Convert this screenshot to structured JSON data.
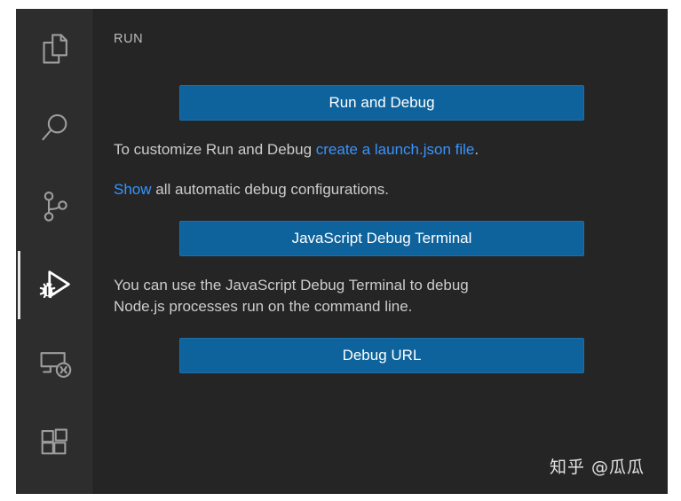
{
  "window": {
    "background": "#252526",
    "activity_bar_background": "#2d2d2d"
  },
  "activity_bar": {
    "items": [
      {
        "name": "explorer",
        "label": "Explorer",
        "icon": "files-icon",
        "active": false
      },
      {
        "name": "search",
        "label": "Search",
        "icon": "search-icon",
        "active": false
      },
      {
        "name": "source-control",
        "label": "Source Control",
        "icon": "source-control-icon",
        "active": false
      },
      {
        "name": "run-and-debug",
        "label": "Run and Debug",
        "icon": "debug-alt-icon",
        "active": true
      },
      {
        "name": "remote-explorer",
        "label": "Remote Explorer",
        "icon": "remote-icon",
        "active": false
      },
      {
        "name": "extensions",
        "label": "Extensions",
        "icon": "extensions-icon",
        "active": false
      }
    ]
  },
  "sidebar": {
    "view_title": "RUN",
    "welcome": {
      "run_and_debug_button": "Run and Debug",
      "customize_prefix": "To customize Run and Debug ",
      "customize_link": "create a launch.json file",
      "customize_suffix": ".",
      "show_link": "Show",
      "show_suffix": " all automatic debug configurations.",
      "js_debug_terminal_button": "JavaScript Debug Terminal",
      "js_debug_terminal_description_line1": "You can use the JavaScript Debug Terminal to debug",
      "js_debug_terminal_description_line2": "Node.js processes run on the command line.",
      "debug_url_button": "Debug URL"
    }
  },
  "watermark": {
    "text": "知乎 @瓜瓜"
  },
  "colors": {
    "button_background": "#0e639c",
    "button_hover_background": "#1177bb",
    "link_foreground": "#3794ff",
    "text_foreground": "#cccccc",
    "title_foreground": "#bdbdbd",
    "active_indicator": "#e7e7e7"
  }
}
